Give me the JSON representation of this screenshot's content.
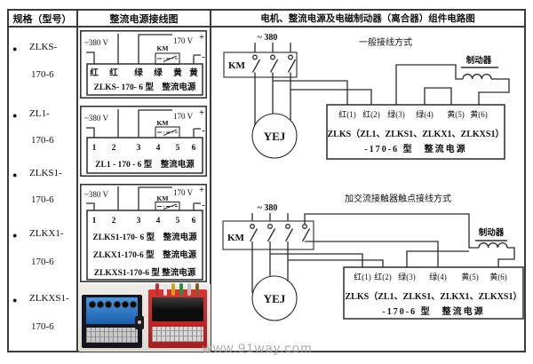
{
  "header": {
    "col1": "规格（型号）",
    "col2": "整流电源接线图",
    "col3": "电机、整流电源及电磁制动器（离合器）组件电路图"
  },
  "spec_items": [
    {
      "bullet": "●",
      "line1": "ZLKS-",
      "line2": "170-6"
    },
    {
      "bullet": "●",
      "line1": "ZL1-",
      "line2": "170-6"
    },
    {
      "bullet": "●",
      "line1": "ZLKS1-",
      "line2": "170-6"
    },
    {
      "bullet": "●",
      "line1": "ZLKX1-",
      "line2": "170-6"
    },
    {
      "bullet": "●",
      "line1": "ZLKXS1-",
      "line2": "170-6"
    }
  ],
  "wiring": {
    "input": "~380 V",
    "output": "170 V",
    "plus": "+",
    "minus": "-",
    "km": "KM",
    "d1": {
      "terminals": [
        "红",
        "红",
        "绿",
        "绿",
        "黄",
        "黄"
      ],
      "caption": "ZLKS- 170- 6 型　整流电源"
    },
    "d2": {
      "terminals": [
        "1",
        "2",
        "3",
        "4",
        "5",
        "6"
      ],
      "caption": "ZL1 - 170 - 6 型　整流电源"
    },
    "d3": {
      "terminals": [
        "1",
        "2",
        "3",
        "4",
        "5",
        "6"
      ],
      "captions": [
        "ZLKS1-170- 6 型　整流电源",
        "ZLKX1-170-6 型　整流电源",
        "ZLKXS1-170-6 型 整流电源"
      ]
    }
  },
  "circuit": {
    "top_title": "一般接线方式",
    "bottom_title": "加交流接触器触点接线方式",
    "voltage": "~ 380",
    "km": "KM",
    "motor": "YEJ",
    "brake": "制动器",
    "terminals": [
      "红(1)",
      "红(2)",
      "绿(3)",
      "绿(4)",
      "黄(5)",
      "黄(6)"
    ],
    "caption1": "ZLKS（ZL1、ZLKS1、ZLKX1、ZLKXS1）",
    "caption2": "-170-6 型　整流电源"
  },
  "watermark": "www.91way.com",
  "colors": {
    "line": "#2b2b2b",
    "module_blue": "#2e7cc4",
    "module_red": "#bb2424"
  }
}
